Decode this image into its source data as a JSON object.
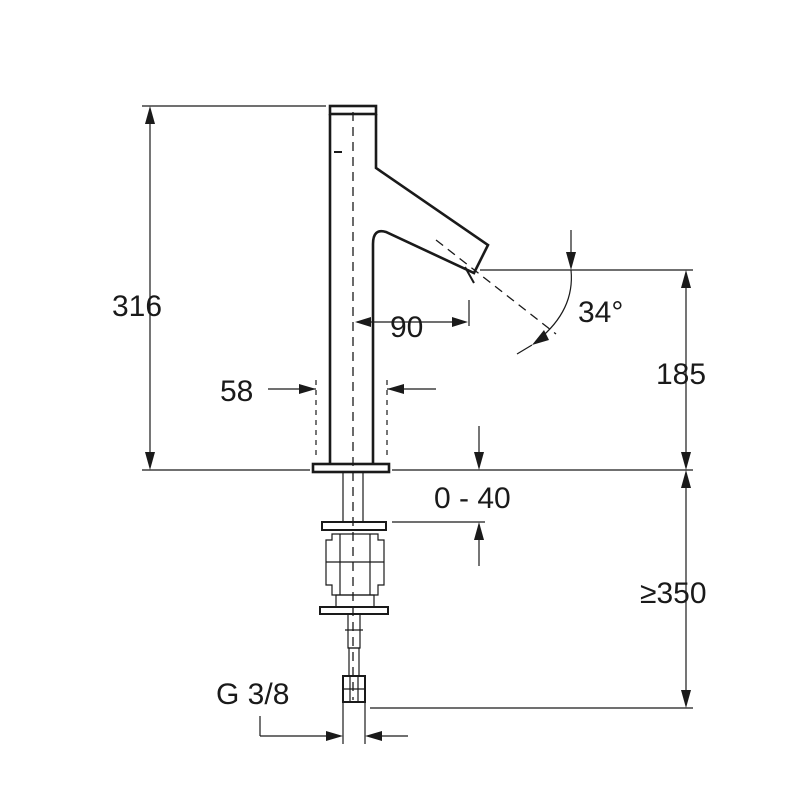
{
  "dimensions": {
    "height_total": "316",
    "spout_height": "185",
    "spout_reach": "90",
    "base_diameter": "58",
    "spout_angle": "34°",
    "deck_thickness": "0 - 40",
    "hose_length": "≥350",
    "connection_thread": "G 3/8"
  }
}
